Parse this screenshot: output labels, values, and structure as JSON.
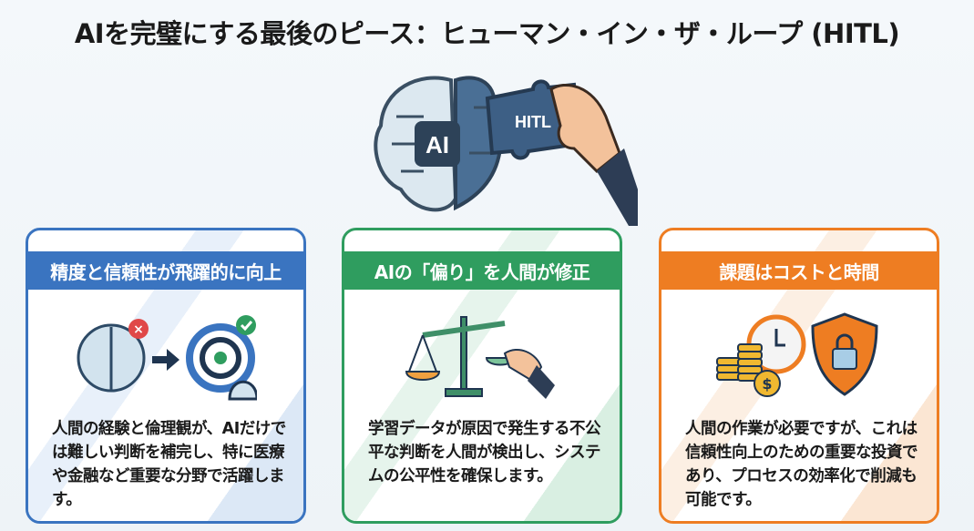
{
  "title": "AIを完璧にする最後のピース：ヒューマン・イン・ザ・ループ (HITL)",
  "hero": {
    "brain_label": "AI",
    "puzzle_label": "HITL"
  },
  "cards": [
    {
      "heading": "精度と信頼性が飛躍的に向上",
      "body": "人間の経験と倫理観が、AIだけでは難しい判断を補完し、特に医療や金融など重要な分野で活躍します。",
      "color": "#3a74c0"
    },
    {
      "heading": "AIの「偏り」を人間が修正",
      "body": "学習データが原因で発生する不公平な判断を人間が検出し、システムの公平性を確保します。",
      "color": "#2f9d5f"
    },
    {
      "heading": "課題はコストと時間",
      "body": "人間の作業が必要ですが、これは信頼性向上のための重要な投資であり、プロセスの効率化で削減も可能です。",
      "color": "#ee7d22"
    }
  ]
}
